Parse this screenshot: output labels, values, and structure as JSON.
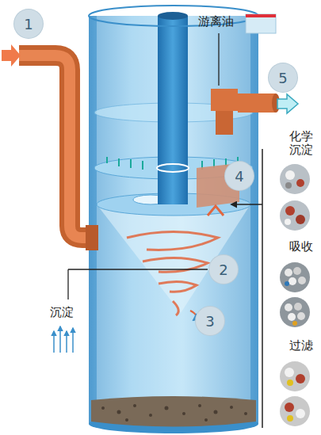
{
  "diagram": {
    "labels": [
      "1",
      "游离油",
      "5",
      "化学 沉淀",
      "4",
      "吸收",
      "2",
      "沉淀",
      "3",
      "过滤"
    ]
  }
}
